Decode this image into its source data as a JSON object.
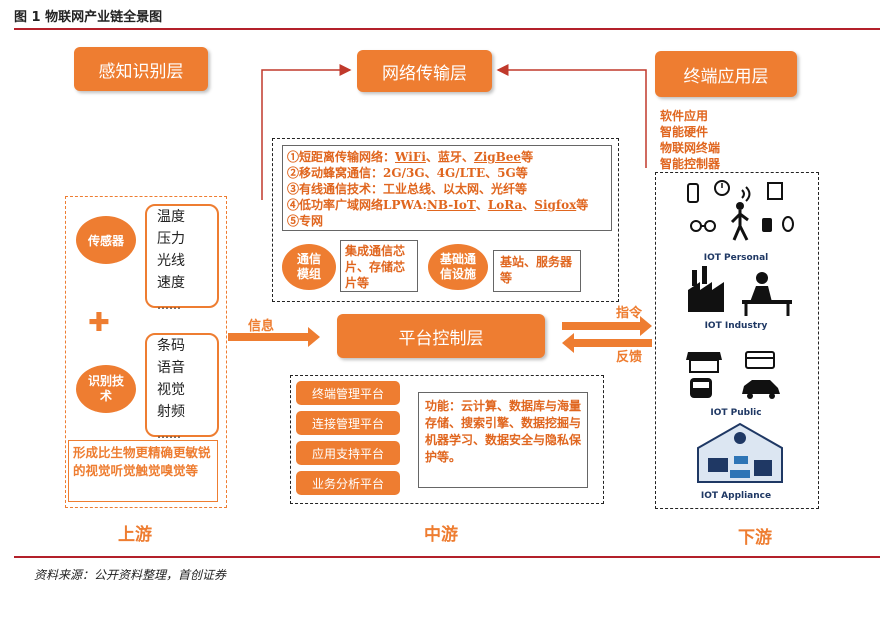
{
  "header": {
    "title": "图 1 物联网产业链全景图"
  },
  "layers": {
    "perception": "感知识别层",
    "network": "网络传输层",
    "terminal": "终端应用层",
    "platform": "平台控制层"
  },
  "upstream": {
    "sensor_label": "传感器",
    "sensor_items": [
      "温度",
      "压力",
      "光线",
      "速度",
      "……"
    ],
    "recog_label": "识别技术",
    "recog_items": [
      "条码",
      "语音",
      "视觉",
      "射频",
      "……"
    ],
    "summary": "形成比生物更精确更敏锐的视觉听觉触觉嗅觉等",
    "plus": "✚"
  },
  "network": {
    "items": [
      {
        "prefix": "①短距离传输网络：",
        "parts": [
          "WiFi",
          "、蓝牙、",
          "ZigBee",
          "等"
        ]
      },
      {
        "prefix": "②移动蜂窝通信：",
        "parts": [
          "2G/3G、4G/LTE、5G等"
        ]
      },
      {
        "prefix": "③有线通信技术：",
        "parts": [
          "工业总线、以太网、光纤等"
        ]
      },
      {
        "prefix": "④低功率广域网络LPWA:",
        "parts": [
          "NB-IoT",
          "、",
          "LoRa",
          "、",
          "Sigfox",
          "等"
        ]
      },
      {
        "prefix": "⑤专网",
        "parts": []
      }
    ],
    "comm_module": "通信模组",
    "comm_module_desc": "集成通信芯片、存储芯片等",
    "infra": "基础通信设施",
    "infra_desc": "基站、服务器等"
  },
  "platform": {
    "items": [
      "终端管理平台",
      "连接管理平台",
      "应用支持平台",
      "业务分析平台"
    ],
    "functions": "功能：云计算、数据库与海量存储、搜索引擎、数据挖掘与机器学习、数据安全与隐私保护等。"
  },
  "flow": {
    "info": "信息",
    "command": "指令",
    "feedback": "反馈"
  },
  "terminal": {
    "list": [
      "软件应用",
      "智能硬件",
      "物联网终端",
      "智能控制器"
    ],
    "categories": [
      "IOT Personal",
      "IOT Industry",
      "IOT Public",
      "IOT Appliance"
    ]
  },
  "stages": {
    "up": "上游",
    "mid": "中游",
    "down": "下游"
  },
  "source": "资料来源：公开资料整理，首创证券",
  "colors": {
    "accent": "#ee7d31",
    "rule": "#b3202a"
  }
}
